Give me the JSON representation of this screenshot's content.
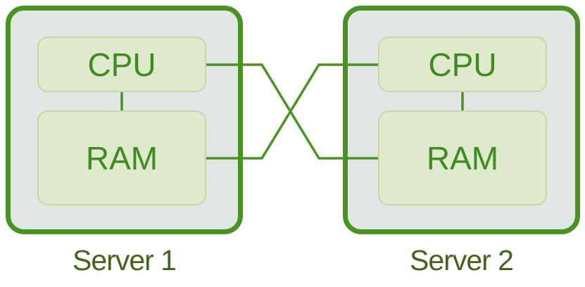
{
  "diagram": {
    "type": "topology",
    "colors": {
      "background": "#ffffff",
      "server_fill": "#e0e7e4",
      "server_border": "#4a9322",
      "component_fill": "#dfe9cb",
      "component_border": "#c6d8a5",
      "component_text": "#3e8c20",
      "connector": "#4a9322",
      "label_text": "#44631d"
    },
    "servers": [
      {
        "label": "Server 1",
        "components": [
          {
            "label": "CPU"
          },
          {
            "label": "RAM"
          }
        ]
      },
      {
        "label": "Server 2",
        "components": [
          {
            "label": "CPU"
          },
          {
            "label": "RAM"
          }
        ]
      }
    ],
    "connections": [
      {
        "from": "server1-cpu",
        "to": "server1-ram",
        "style": "vertical"
      },
      {
        "from": "server2-cpu",
        "to": "server2-ram",
        "style": "vertical"
      },
      {
        "from": "server1-cpu",
        "to": "server2-ram",
        "style": "crossover"
      },
      {
        "from": "server1-ram",
        "to": "server2-cpu",
        "style": "crossover"
      }
    ]
  }
}
